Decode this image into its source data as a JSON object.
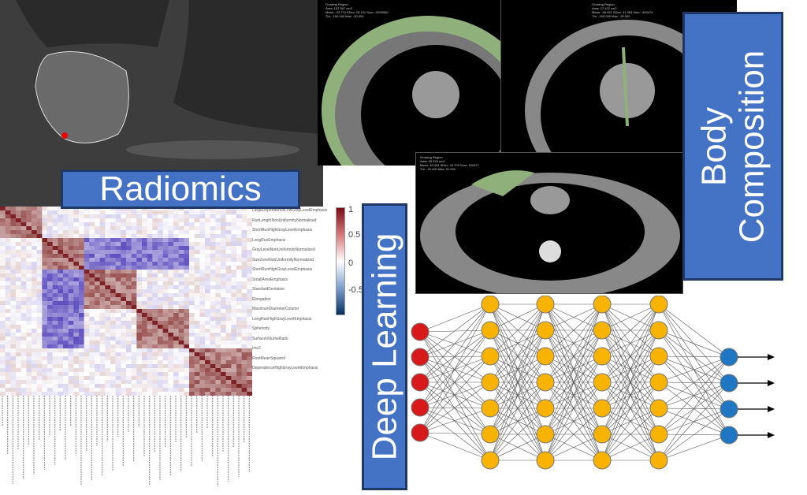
{
  "labels": {
    "radiomics": "Radiomics",
    "body_composition": "Body Composition",
    "deep_learning": "Deep Learning"
  },
  "ct_overlays": [
    {
      "line1": "Growing Region",
      "line2": "Area: 147.567 cm2",
      "line3": "Mean: -43.770 SDev: 25.121 Sum: -2593080",
      "line4": "Thr: -190.000 Max: -30.000"
    },
    {
      "line1": "Growing Region",
      "line2": "Area: 27.102 cm2",
      "line3": "Mean: -96.951 SDev: 41.363 Sum: -405474",
      "line4": "Thr: -190.000 Max: -30.000"
    },
    {
      "line1": "Growing Region",
      "line2": "Area: 35.578 cm2",
      "line3": "Mean: 40.404 SDev: 23.709 Sum: 102227",
      "line4": "Thr: -29.000 Max: 91.000"
    }
  ],
  "heatmap": {
    "colorbar_ticks": [
      "1",
      "0.5",
      "0",
      "-0.5"
    ],
    "feature_labels": [
      "LargeDependenceLowGrayLevelEmphasis",
      "RunLengthNonUniformityNormalized",
      "ShortRunHighGrayLevelEmphasis",
      "LongRunEmphasis",
      "GrayLevelNonUniformityNormalized",
      "SizeZoneNonUniformityNormalized",
      "ShortRunHighGrayLevelEmphasis",
      "SmallAreaEmphasis",
      "StandardDeviation",
      "Elongation",
      "MaximumDiameterColumn",
      "LongRunHighGrayLevelEmphasis",
      "Sphericity",
      "SurfaceVolumeRatio",
      "Imc2",
      "RootMeanSquared",
      "DependenceHighGrayLevelEmphasis"
    ]
  },
  "network": {
    "layers": [
      5,
      7,
      7,
      7,
      7,
      4
    ],
    "colors": {
      "input": "#d7191c",
      "hidden": "#f8b300",
      "output": "#1f77c4"
    }
  }
}
